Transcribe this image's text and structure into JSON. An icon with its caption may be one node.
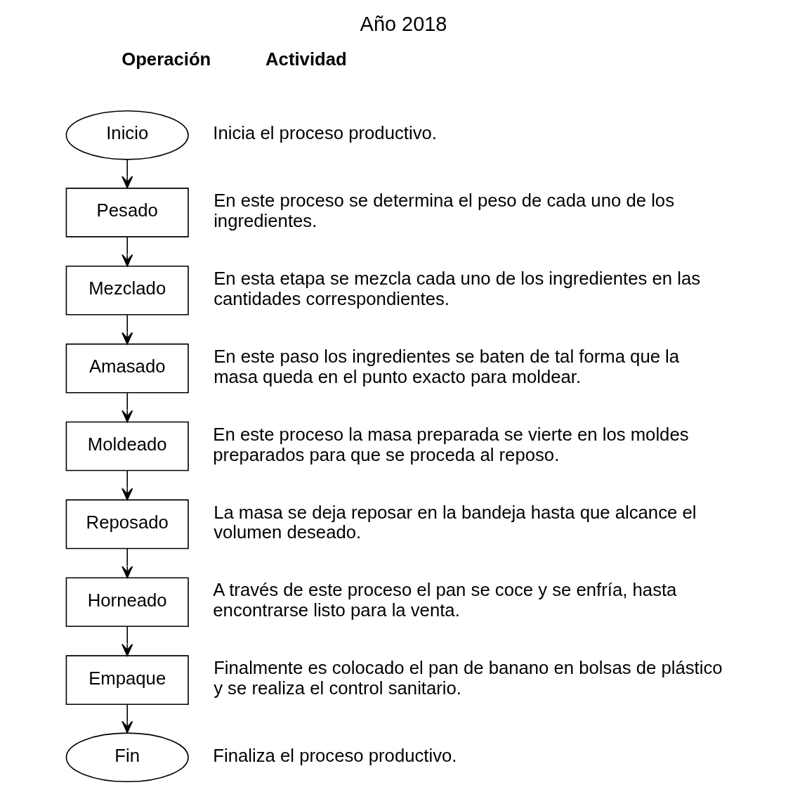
{
  "diagram": {
    "title": "Año 2018",
    "nodes": [
      {
        "text": [
          "Inicio"
        ],
        "beside": [
          "Inicia el proceso productivo."
        ]
      },
      {
        "text": [
          "Pesado"
        ],
        "beside": [
          "En este proceso se determina el peso de cada uno de los ingredientes."
        ]
      },
      {
        "text": [
          "Mezclado"
        ],
        "beside": [
          "En esta etapa se mezcla cada uno de los ingredientes en las cantidades correspondientes."
        ]
      },
      {
        "text": [
          "Amasado"
        ],
        "beside": [
          "En este paso los ingredientes se baten de tal forma que la masa queda en el punto exacto para moldear."
        ]
      },
      {
        "text": [
          "Moldeado"
        ],
        "beside": [
          "En este proceso la masa preparada se vierte en los moldes preparados para que se proceda al reposo."
        ]
      },
      {
        "text": [
          "Reposado"
        ],
        "beside": [
          "La masa se deja reposar en la bandeja hasta que alcance el volumen deseado."
        ]
      },
      {
        "text": [
          "Horneado"
        ],
        "beside": [
          "A través de este proceso el pan se coce y se enfría, hasta encontrarse listo para la venta."
        ]
      },
      {
        "text": [
          "Empaque"
        ],
        "beside": [
          "Finalmente es colocado el pan de banano en bolsas de plástico y se realiza el control sanitario."
        ]
      },
      {
        "text": [
          "Fin"
        ],
        "beside": [
          "Finaliza el proceso productivo."
        ]
      }
    ],
    "edges": [
      {
        "from": 0,
        "to": 1,
        "arrow": "to"
      },
      {
        "from": 1,
        "to": 2,
        "arrow": "to"
      },
      {
        "from": 2,
        "to": 3,
        "arrow": "to"
      },
      {
        "from": 3,
        "to": 4,
        "arrow": "to"
      },
      {
        "from": 4,
        "to": 5,
        "arrow": "to"
      },
      {
        "from": 5,
        "to": 6,
        "arrow": "to"
      },
      {
        "from": 6,
        "to": 7,
        "arrow": "to"
      },
      {
        "from": 7,
        "to": 8,
        "arrow": "to"
      }
    ],
    "labels": [
      "Operación",
      "Actividad"
    ]
  }
}
